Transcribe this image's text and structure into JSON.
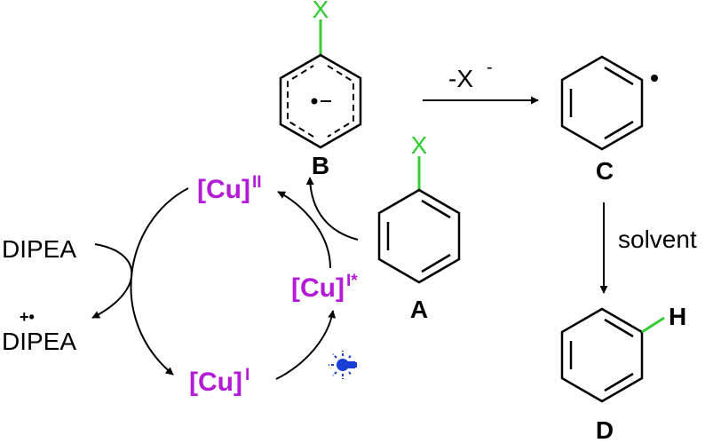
{
  "compounds": {
    "A": "A",
    "B": "B",
    "C": "C",
    "D": "D"
  },
  "substituents": {
    "X": "X",
    "H": "H"
  },
  "copper": {
    "base": "[Cu]",
    "cu1": "I",
    "cu1_excited": "I*",
    "cu2": "II"
  },
  "reagents": {
    "dipea": "DIPEA",
    "dipea_radical_cation": "DIPEA",
    "radical_cation_mark": "+•"
  },
  "steps": {
    "loss": "-X",
    "loss_charge": "-",
    "solvent": "solvent"
  },
  "colors": {
    "bond": "#000000",
    "halogen_bond": "#33cc33",
    "copper": "#b31bd6",
    "light": "#1a3fd6"
  },
  "icons": {
    "light": "light-bulb-icon"
  }
}
